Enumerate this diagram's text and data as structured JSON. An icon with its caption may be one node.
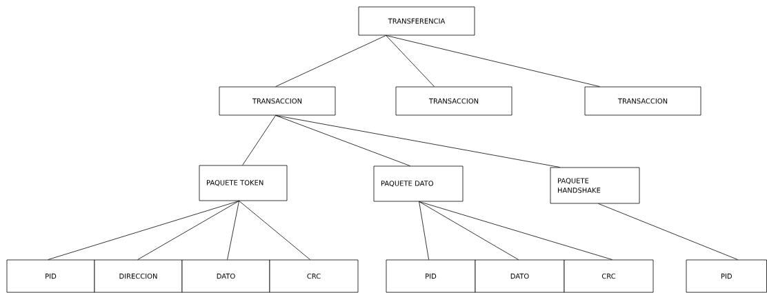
{
  "diagram": {
    "nodes": [
      {
        "text": [
          "TRANSFERENCIA"
        ]
      },
      {
        "text": [
          "TRANSACCION"
        ]
      },
      {
        "text": [
          "TRANSACCION"
        ]
      },
      {
        "text": [
          "TRANSACCION"
        ]
      },
      {
        "text": [
          "PAQUETE TOKEN"
        ]
      },
      {
        "text": [
          "PAQUETE DATO"
        ]
      },
      {
        "text": [
          "PAQUETE HANDSHAKE"
        ]
      },
      {
        "text": [
          "PID"
        ]
      },
      {
        "text": [
          "DIRECCION"
        ]
      },
      {
        "text": [
          "DATO"
        ]
      },
      {
        "text": [
          "CRC"
        ]
      },
      {
        "text": [
          "PID"
        ]
      },
      {
        "text": [
          "DATO"
        ]
      },
      {
        "text": [
          "CRC"
        ]
      },
      {
        "text": [
          "PID"
        ]
      }
    ],
    "edges": [
      {
        "from": 0,
        "to": 1,
        "arrow": "none"
      },
      {
        "from": 0,
        "to": 2,
        "arrow": "none"
      },
      {
        "from": 0,
        "to": 3,
        "arrow": "none"
      },
      {
        "from": 1,
        "to": 4,
        "arrow": "none"
      },
      {
        "from": 1,
        "to": 5,
        "arrow": "none"
      },
      {
        "from": 1,
        "to": 6,
        "arrow": "none"
      },
      {
        "from": 4,
        "to": 7,
        "arrow": "none"
      },
      {
        "from": 4,
        "to": 8,
        "arrow": "none"
      },
      {
        "from": 4,
        "to": 9,
        "arrow": "none"
      },
      {
        "from": 4,
        "to": 10,
        "arrow": "none"
      },
      {
        "from": 5,
        "to": 11,
        "arrow": "none"
      },
      {
        "from": 5,
        "to": 12,
        "arrow": "none"
      },
      {
        "from": 5,
        "to": 13,
        "arrow": "none"
      },
      {
        "from": 6,
        "to": 14,
        "arrow": "none"
      }
    ]
  }
}
